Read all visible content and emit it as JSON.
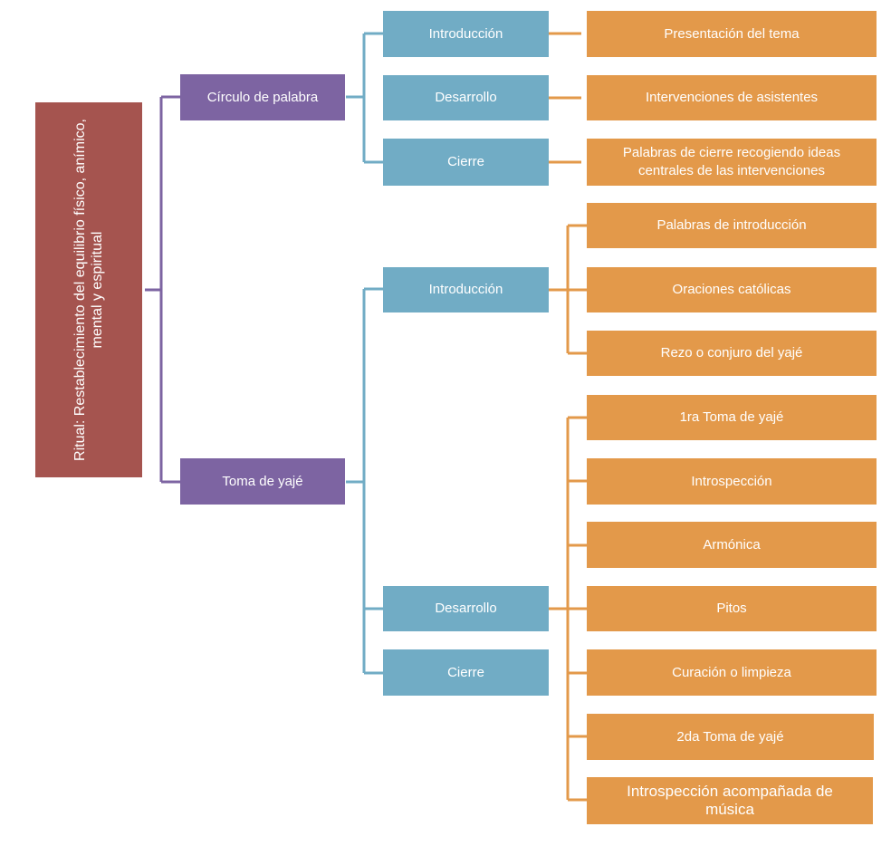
{
  "colors": {
    "root": "#a5544f",
    "level1": "#7d64a2",
    "level2": "#71acc5",
    "level3": "#e3994a"
  },
  "root": {
    "label": "Ritual: Restablecimiento del equilibrio físico, anímico, mental y espiritual"
  },
  "branches": [
    {
      "label": "Círculo de palabra",
      "children": [
        {
          "label": "Introducción",
          "items": [
            "Presentación del tema"
          ]
        },
        {
          "label": "Desarrollo",
          "items": [
            "Intervenciones de asistentes"
          ]
        },
        {
          "label": "Cierre",
          "items": [
            "Palabras de cierre recogiendo ideas centrales de las intervenciones"
          ]
        }
      ]
    },
    {
      "label": "Toma de yajé",
      "children": [
        {
          "label": "Introducción",
          "items": [
            "Palabras de introducción",
            "Oraciones católicas",
            "Rezo o conjuro del yajé"
          ]
        },
        {
          "label": "Desarrollo",
          "items": [
            "1ra Toma de yajé",
            "Introspección",
            "Armónica",
            "Pitos",
            "Curación o limpieza",
            "2da Toma de yajé",
            "Introspección acompañada de música"
          ]
        },
        {
          "label": "Cierre",
          "items": []
        }
      ]
    }
  ]
}
